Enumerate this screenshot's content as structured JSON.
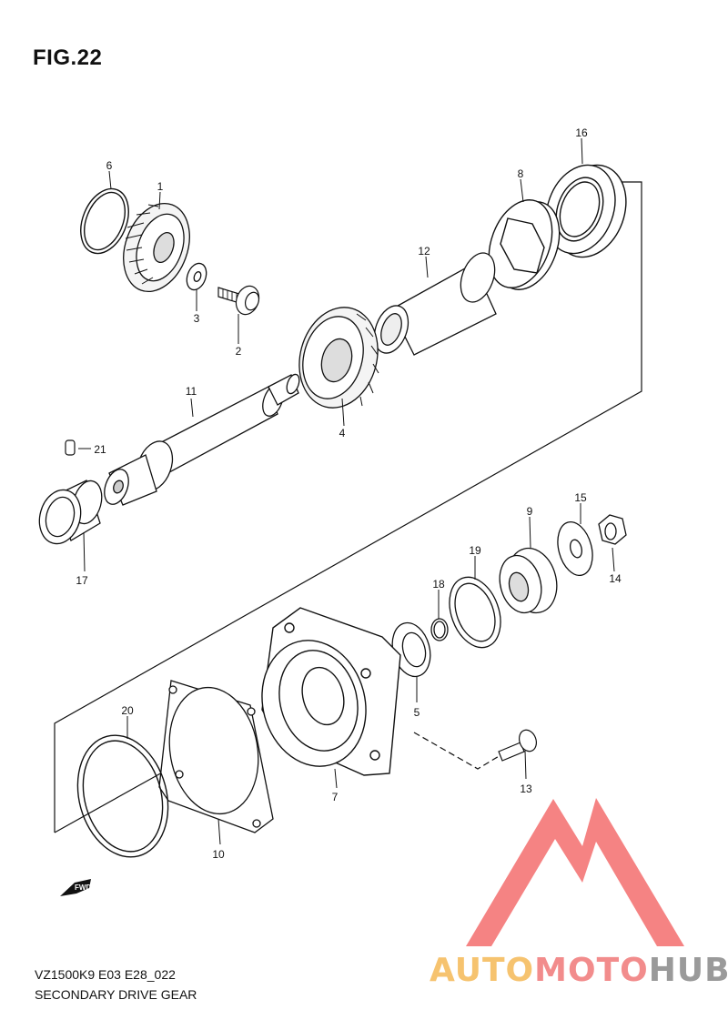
{
  "figure": {
    "title": "FIG.22",
    "code": "VZ1500K9 E03 E28_022",
    "name": "SECONDARY DRIVE GEAR"
  },
  "parts": [
    "1",
    "2",
    "3",
    "4",
    "5",
    "6",
    "7",
    "8",
    "9",
    "10",
    "11",
    "12",
    "13",
    "14",
    "15",
    "16",
    "17",
    "18",
    "19",
    "20",
    "21"
  ],
  "direction_label": "FWD",
  "watermark": {
    "part1": "AUTO",
    "part2": "MOTO",
    "part3": "HUB",
    "colors": {
      "triangle": "#f25a5a",
      "auto": "#f6c36f",
      "moto": "#f28c8c",
      "hub": "#9a9a9a"
    }
  }
}
